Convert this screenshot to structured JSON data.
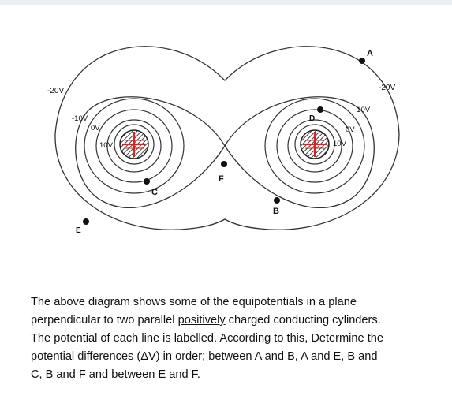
{
  "diagram": {
    "labels": {
      "outer_left": "-20V",
      "outer_right": "-20V",
      "mid_left": "-10V",
      "mid_right": "-10V",
      "zero_left": "0V",
      "zero_right": "0V",
      "inner_left": "10V",
      "inner_right": "10V"
    },
    "points": {
      "A": "A",
      "B": "B",
      "C": "C",
      "D": "D",
      "E": "E",
      "F": "F"
    }
  },
  "question": {
    "line1": "The above diagram shows some of the equipotentials in a plane",
    "line2_before": "perpendicular to two parallel ",
    "line2_underlined": "positively",
    "line2_after": " charged conducting cylinders.",
    "line3": "The potential of each line is labelled. According to this, Determine the",
    "line4": "potential differences (ΔV) in order; between A and B, A and E, B and",
    "line5": "C, B and F and between  E and F."
  },
  "colors": {
    "cross": "#e02020",
    "line": "#333333",
    "strip": "#e9eff5"
  }
}
